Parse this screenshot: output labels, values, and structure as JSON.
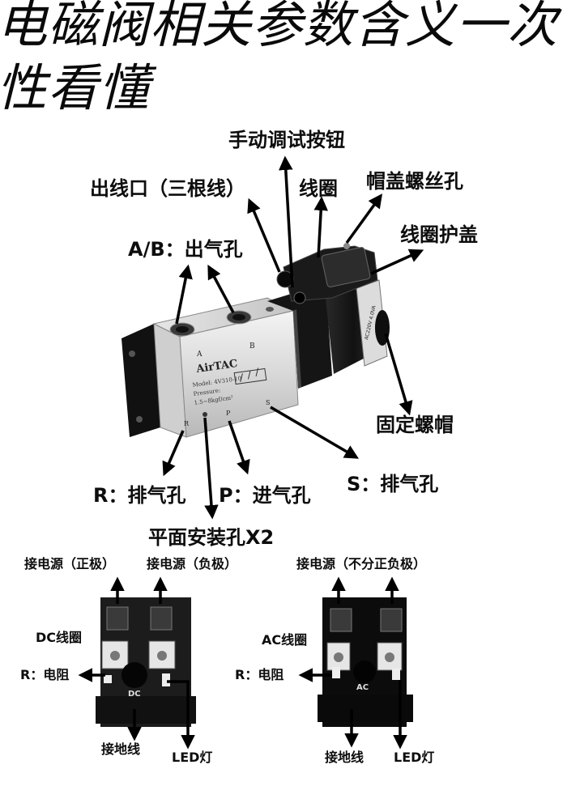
{
  "title": {
    "line1": "电磁阀相关参数含义一次",
    "line2": "性看懂"
  },
  "valve_labels": {
    "manual_button": "手动调试按钮",
    "outlet_wires": "出线口（三根线）",
    "coil": "线圈",
    "cap_screw_hole": "帽盖螺丝孔",
    "coil_cover": "线圈护盖",
    "ab_outlet": "A/B：出气孔",
    "fixing_nut": "固定螺帽",
    "r_exhaust": "R：排气孔",
    "p_inlet": "P：进气孔",
    "s_exhaust": "S：排气孔",
    "mount_holes": "平面安装孔X2"
  },
  "valve_body": {
    "brand": "AirTAC",
    "port_a": "A",
    "port_b": "B",
    "port_r": "R",
    "port_p": "P",
    "port_s": "S",
    "model_line1": "Model: 4V310-10",
    "model_line2": "Pressure:",
    "model_line3": "1.5~8kgf/cm²",
    "coil_text": "AC220V 4.0VA"
  },
  "wiring": {
    "dc_power_pos": "接电源（正极）",
    "dc_power_neg": "接电源（负极）",
    "ac_power": "接电源（不分正负极）",
    "dc_coil": "DC线圈",
    "ac_coil": "AC线圈",
    "dc_resistor": "R：电阻",
    "ac_resistor": "R：电阻",
    "dc_ground": "接地线",
    "ac_ground": "接地线",
    "dc_led": "LED灯",
    "ac_led": "LED灯",
    "dc_mark": "DC",
    "ac_mark": "AC"
  }
}
